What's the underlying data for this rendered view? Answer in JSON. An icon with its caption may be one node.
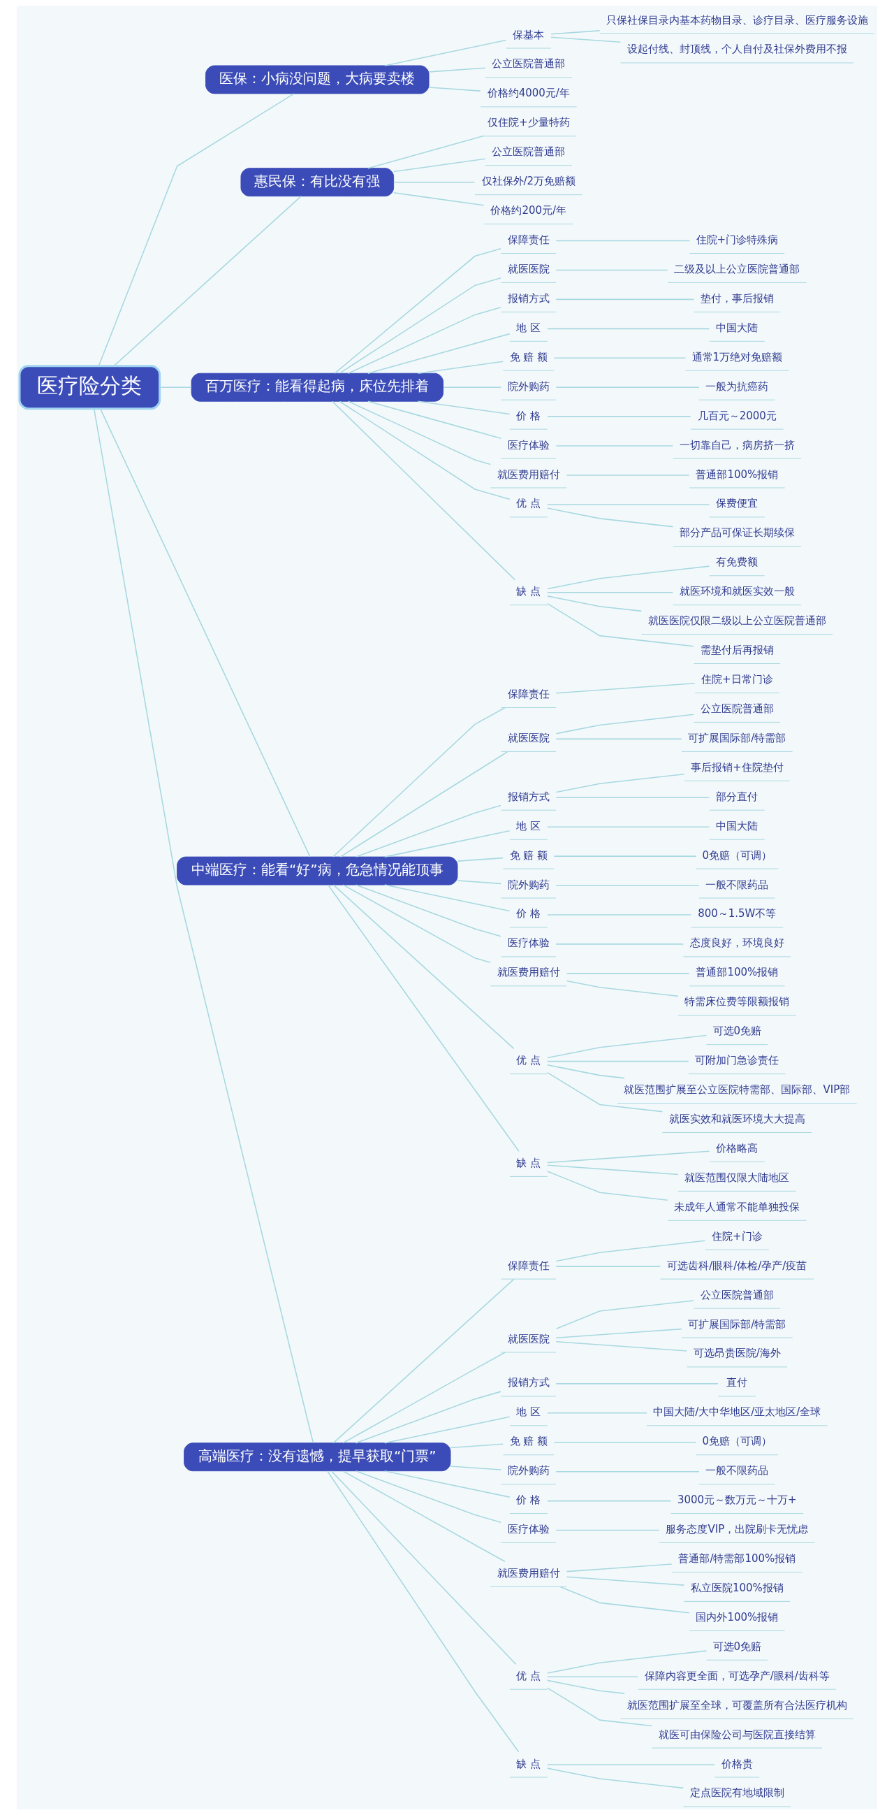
{
  "diagram": {
    "nodes": [
      {
        "text": [
          "医疗险分类"
        ]
      },
      {
        "text": [
          "医保：小病没问题，大病要卖楼"
        ]
      },
      {
        "text": [
          "保基本"
        ]
      },
      {
        "text": [
          "只保社保目录内基本药物目录、诊疗目录、医疗服务设施"
        ]
      },
      {
        "text": [
          "设起付线、封顶线，个人自付及社保外费用不报"
        ]
      },
      {
        "text": [
          "公立医院普通部"
        ]
      },
      {
        "text": [
          "价格约4000元/年"
        ]
      },
      {
        "text": [
          "惠民保：有比没有强"
        ]
      },
      {
        "text": [
          "仅住院+少量特药"
        ]
      },
      {
        "text": [
          "公立医院普通部"
        ]
      },
      {
        "text": [
          "仅社保外/2万免赔额"
        ]
      },
      {
        "text": [
          "价格约200元/年"
        ]
      },
      {
        "text": [
          "百万医疗：能看得起病，床位先排着"
        ]
      },
      {
        "text": [
          "保障责任"
        ]
      },
      {
        "text": [
          "住院+门诊特殊病"
        ]
      },
      {
        "text": [
          "就医医院"
        ]
      },
      {
        "text": [
          "二级及以上公立医院普通部"
        ]
      },
      {
        "text": [
          "报销方式"
        ]
      },
      {
        "text": [
          "垫付，事后报销"
        ]
      },
      {
        "text": [
          "地 区"
        ]
      },
      {
        "text": [
          "中国大陆"
        ]
      },
      {
        "text": [
          "免 赔 额"
        ]
      },
      {
        "text": [
          "通常1万绝对免赔额"
        ]
      },
      {
        "text": [
          "院外购药"
        ]
      },
      {
        "text": [
          "一般为抗癌药"
        ]
      },
      {
        "text": [
          "价 格"
        ]
      },
      {
        "text": [
          "几百元～2000元"
        ]
      },
      {
        "text": [
          "医疗体验"
        ]
      },
      {
        "text": [
          "一切靠自己，病房挤一挤"
        ]
      },
      {
        "text": [
          "就医费用赔付"
        ]
      },
      {
        "text": [
          "普通部100%报销"
        ]
      },
      {
        "text": [
          "优 点"
        ]
      },
      {
        "text": [
          "保费便宜"
        ]
      },
      {
        "text": [
          "部分产品可保证长期续保"
        ]
      },
      {
        "text": [
          "缺 点"
        ]
      },
      {
        "text": [
          "有免费额"
        ]
      },
      {
        "text": [
          "就医环境和就医实效一般"
        ]
      },
      {
        "text": [
          "就医医院仅限二级以上公立医院普通部"
        ]
      },
      {
        "text": [
          "需垫付后再报销"
        ]
      },
      {
        "text": [
          "中端医疗：能看“好”病，危急情况能顶事"
        ]
      },
      {
        "text": [
          "保障责任"
        ]
      },
      {
        "text": [
          "住院+日常门诊"
        ]
      },
      {
        "text": [
          "就医医院"
        ]
      },
      {
        "text": [
          "公立医院普通部"
        ]
      },
      {
        "text": [
          "可扩展国际部/特需部"
        ]
      },
      {
        "text": [
          "报销方式"
        ]
      },
      {
        "text": [
          "事后报销+住院垫付"
        ]
      },
      {
        "text": [
          "部分直付"
        ]
      },
      {
        "text": [
          "地 区"
        ]
      },
      {
        "text": [
          "中国大陆"
        ]
      },
      {
        "text": [
          "免 赔 额"
        ]
      },
      {
        "text": [
          "0免赔（可调）"
        ]
      },
      {
        "text": [
          "院外购药"
        ]
      },
      {
        "text": [
          "一般不限药品"
        ]
      },
      {
        "text": [
          "价 格"
        ]
      },
      {
        "text": [
          "800～1.5W不等"
        ]
      },
      {
        "text": [
          "医疗体验"
        ]
      },
      {
        "text": [
          "态度良好，环境良好"
        ]
      },
      {
        "text": [
          "就医费用赔付"
        ]
      },
      {
        "text": [
          "普通部100%报销"
        ]
      },
      {
        "text": [
          "特需床位费等限额报销"
        ]
      },
      {
        "text": [
          "优 点"
        ]
      },
      {
        "text": [
          "可选0免赔"
        ]
      },
      {
        "text": [
          "可附加门急诊责任"
        ]
      },
      {
        "text": [
          "就医范围扩展至公立医院特需部、国际部、VIP部"
        ]
      },
      {
        "text": [
          "就医实效和就医环境大大提高"
        ]
      },
      {
        "text": [
          "缺 点"
        ]
      },
      {
        "text": [
          "价格略高"
        ]
      },
      {
        "text": [
          "就医范围仅限大陆地区"
        ]
      },
      {
        "text": [
          "未成年人通常不能单独投保"
        ]
      },
      {
        "text": [
          "高端医疗：没有遗憾，提早获取“门票”"
        ]
      },
      {
        "text": [
          "保障责任"
        ]
      },
      {
        "text": [
          "住院+门诊"
        ]
      },
      {
        "text": [
          "可选齿科/眼科/体检/孕产/疫苗"
        ]
      },
      {
        "text": [
          "就医医院"
        ]
      },
      {
        "text": [
          "公立医院普通部"
        ]
      },
      {
        "text": [
          "可扩展国际部/特需部"
        ]
      },
      {
        "text": [
          "可选昂贵医院/海外"
        ]
      },
      {
        "text": [
          "报销方式"
        ]
      },
      {
        "text": [
          "直付"
        ]
      },
      {
        "text": [
          "地 区"
        ]
      },
      {
        "text": [
          "中国大陆/大中华地区/亚太地区/全球"
        ]
      },
      {
        "text": [
          "免 赔 额"
        ]
      },
      {
        "text": [
          "0免赔（可调）"
        ]
      },
      {
        "text": [
          "院外购药"
        ]
      },
      {
        "text": [
          "一般不限药品"
        ]
      },
      {
        "text": [
          "价 格"
        ]
      },
      {
        "text": [
          "3000元～数万元～十万+"
        ]
      },
      {
        "text": [
          "医疗体验"
        ]
      },
      {
        "text": [
          "服务态度VIP，出院刷卡无忧虑"
        ]
      },
      {
        "text": [
          "就医费用赔付"
        ]
      },
      {
        "text": [
          "普通部/特需部100%报销"
        ]
      },
      {
        "text": [
          "私立医院100%报销"
        ]
      },
      {
        "text": [
          "国内外100%报销"
        ]
      },
      {
        "text": [
          "优 点"
        ]
      },
      {
        "text": [
          "可选0免赔"
        ]
      },
      {
        "text": [
          "保障内容更全面，可选孕产/眼科/齿科等"
        ]
      },
      {
        "text": [
          "就医范围扩展至全球，可覆盖所有合法医疗机构"
        ]
      },
      {
        "text": [
          "就医可由保险公司与医院直接结算"
        ]
      },
      {
        "text": [
          "缺 点"
        ]
      },
      {
        "text": [
          "价格贵"
        ]
      },
      {
        "text": [
          "定点医院有地域限制"
        ]
      }
    ],
    "edges": [
      {
        "from": 0,
        "to": 1,
        "arrow": "none"
      },
      {
        "from": 1,
        "to": 2,
        "arrow": "none"
      },
      {
        "from": 2,
        "to": 3,
        "arrow": "none"
      },
      {
        "from": 2,
        "to": 4,
        "arrow": "none"
      },
      {
        "from": 1,
        "to": 5,
        "arrow": "none"
      },
      {
        "from": 1,
        "to": 6,
        "arrow": "none"
      },
      {
        "from": 0,
        "to": 7,
        "arrow": "none"
      },
      {
        "from": 7,
        "to": 8,
        "arrow": "none"
      },
      {
        "from": 7,
        "to": 9,
        "arrow": "none"
      },
      {
        "from": 7,
        "to": 10,
        "arrow": "none"
      },
      {
        "from": 7,
        "to": 11,
        "arrow": "none"
      },
      {
        "from": 0,
        "to": 12,
        "arrow": "none"
      },
      {
        "from": 12,
        "to": 13,
        "arrow": "none"
      },
      {
        "from": 13,
        "to": 14,
        "arrow": "none"
      },
      {
        "from": 12,
        "to": 15,
        "arrow": "none"
      },
      {
        "from": 15,
        "to": 16,
        "arrow": "none"
      },
      {
        "from": 12,
        "to": 17,
        "arrow": "none"
      },
      {
        "from": 17,
        "to": 18,
        "arrow": "none"
      },
      {
        "from": 12,
        "to": 19,
        "arrow": "none"
      },
      {
        "from": 19,
        "to": 20,
        "arrow": "none"
      },
      {
        "from": 12,
        "to": 21,
        "arrow": "none"
      },
      {
        "from": 21,
        "to": 22,
        "arrow": "none"
      },
      {
        "from": 12,
        "to": 23,
        "arrow": "none"
      },
      {
        "from": 23,
        "to": 24,
        "arrow": "none"
      },
      {
        "from": 12,
        "to": 25,
        "arrow": "none"
      },
      {
        "from": 25,
        "to": 26,
        "arrow": "none"
      },
      {
        "from": 12,
        "to": 27,
        "arrow": "none"
      },
      {
        "from": 27,
        "to": 28,
        "arrow": "none"
      },
      {
        "from": 12,
        "to": 29,
        "arrow": "none"
      },
      {
        "from": 29,
        "to": 30,
        "arrow": "none"
      },
      {
        "from": 12,
        "to": 31,
        "arrow": "none"
      },
      {
        "from": 31,
        "to": 32,
        "arrow": "none"
      },
      {
        "from": 31,
        "to": 33,
        "arrow": "none"
      },
      {
        "from": 12,
        "to": 34,
        "arrow": "none"
      },
      {
        "from": 34,
        "to": 35,
        "arrow": "none"
      },
      {
        "from": 34,
        "to": 36,
        "arrow": "none"
      },
      {
        "from": 34,
        "to": 37,
        "arrow": "none"
      },
      {
        "from": 34,
        "to": 38,
        "arrow": "none"
      },
      {
        "from": 0,
        "to": 39,
        "arrow": "none"
      },
      {
        "from": 39,
        "to": 40,
        "arrow": "none"
      },
      {
        "from": 40,
        "to": 41,
        "arrow": "none"
      },
      {
        "from": 39,
        "to": 42,
        "arrow": "none"
      },
      {
        "from": 42,
        "to": 43,
        "arrow": "none"
      },
      {
        "from": 42,
        "to": 44,
        "arrow": "none"
      },
      {
        "from": 39,
        "to": 45,
        "arrow": "none"
      },
      {
        "from": 45,
        "to": 46,
        "arrow": "none"
      },
      {
        "from": 45,
        "to": 47,
        "arrow": "none"
      },
      {
        "from": 39,
        "to": 48,
        "arrow": "none"
      },
      {
        "from": 48,
        "to": 49,
        "arrow": "none"
      },
      {
        "from": 39,
        "to": 50,
        "arrow": "none"
      },
      {
        "from": 50,
        "to": 51,
        "arrow": "none"
      },
      {
        "from": 39,
        "to": 52,
        "arrow": "none"
      },
      {
        "from": 52,
        "to": 53,
        "arrow": "none"
      },
      {
        "from": 39,
        "to": 54,
        "arrow": "none"
      },
      {
        "from": 54,
        "to": 55,
        "arrow": "none"
      },
      {
        "from": 39,
        "to": 56,
        "arrow": "none"
      },
      {
        "from": 56,
        "to": 57,
        "arrow": "none"
      },
      {
        "from": 39,
        "to": 58,
        "arrow": "none"
      },
      {
        "from": 58,
        "to": 59,
        "arrow": "none"
      },
      {
        "from": 58,
        "to": 60,
        "arrow": "none"
      },
      {
        "from": 39,
        "to": 61,
        "arrow": "none"
      },
      {
        "from": 61,
        "to": 62,
        "arrow": "none"
      },
      {
        "from": 61,
        "to": 63,
        "arrow": "none"
      },
      {
        "from": 61,
        "to": 64,
        "arrow": "none"
      },
      {
        "from": 61,
        "to": 65,
        "arrow": "none"
      },
      {
        "from": 39,
        "to": 66,
        "arrow": "none"
      },
      {
        "from": 66,
        "to": 67,
        "arrow": "none"
      },
      {
        "from": 66,
        "to": 68,
        "arrow": "none"
      },
      {
        "from": 66,
        "to": 69,
        "arrow": "none"
      },
      {
        "from": 0,
        "to": 70,
        "arrow": "none"
      },
      {
        "from": 70,
        "to": 71,
        "arrow": "none"
      },
      {
        "from": 71,
        "to": 72,
        "arrow": "none"
      },
      {
        "from": 71,
        "to": 73,
        "arrow": "none"
      },
      {
        "from": 70,
        "to": 74,
        "arrow": "none"
      },
      {
        "from": 74,
        "to": 75,
        "arrow": "none"
      },
      {
        "from": 74,
        "to": 76,
        "arrow": "none"
      },
      {
        "from": 74,
        "to": 77,
        "arrow": "none"
      },
      {
        "from": 70,
        "to": 78,
        "arrow": "none"
      },
      {
        "from": 78,
        "to": 79,
        "arrow": "none"
      },
      {
        "from": 70,
        "to": 80,
        "arrow": "none"
      },
      {
        "from": 80,
        "to": 81,
        "arrow": "none"
      },
      {
        "from": 70,
        "to": 82,
        "arrow": "none"
      },
      {
        "from": 82,
        "to": 83,
        "arrow": "none"
      },
      {
        "from": 70,
        "to": 84,
        "arrow": "none"
      },
      {
        "from": 84,
        "to": 85,
        "arrow": "none"
      },
      {
        "from": 70,
        "to": 86,
        "arrow": "none"
      },
      {
        "from": 86,
        "to": 87,
        "arrow": "none"
      },
      {
        "from": 70,
        "to": 88,
        "arrow": "none"
      },
      {
        "from": 88,
        "to": 89,
        "arrow": "none"
      },
      {
        "from": 70,
        "to": 90,
        "arrow": "none"
      },
      {
        "from": 90,
        "to": 91,
        "arrow": "none"
      },
      {
        "from": 90,
        "to": 92,
        "arrow": "none"
      },
      {
        "from": 90,
        "to": 93,
        "arrow": "none"
      },
      {
        "from": 70,
        "to": 94,
        "arrow": "none"
      },
      {
        "from": 94,
        "to": 95,
        "arrow": "none"
      },
      {
        "from": 94,
        "to": 96,
        "arrow": "none"
      },
      {
        "from": 94,
        "to": 97,
        "arrow": "none"
      },
      {
        "from": 94,
        "to": 98,
        "arrow": "none"
      },
      {
        "from": 70,
        "to": 99,
        "arrow": "none"
      },
      {
        "from": 99,
        "to": 100,
        "arrow": "none"
      },
      {
        "from": 99,
        "to": 101,
        "arrow": "none"
      }
    ]
  }
}
